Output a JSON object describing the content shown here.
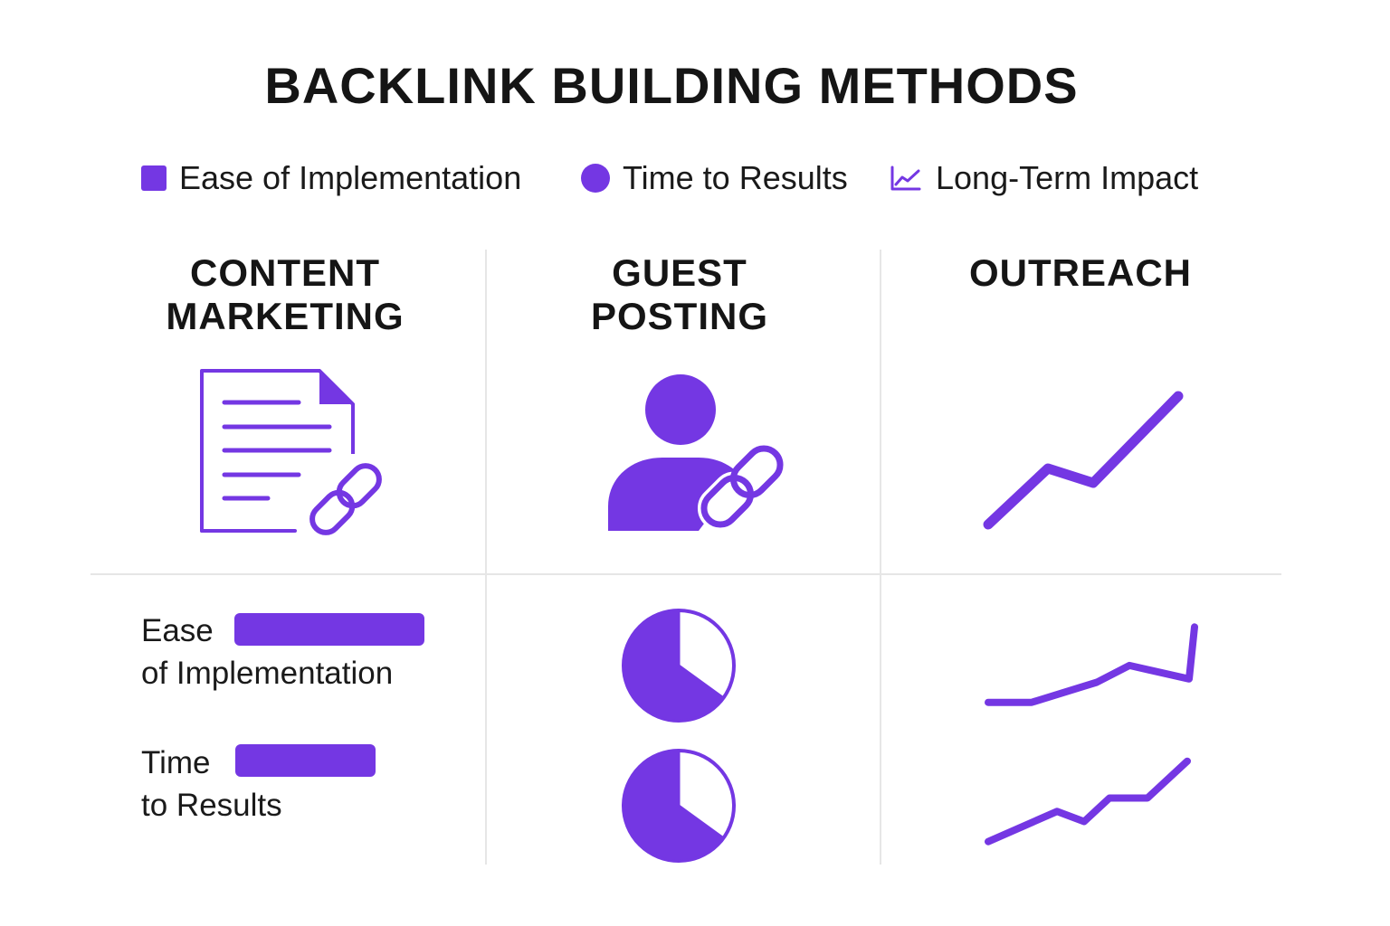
{
  "title": "BACKLINK BUILDING METHODS",
  "accent_color": "#7437e3",
  "legend": [
    {
      "shape": "square",
      "label": "Ease of Implementation"
    },
    {
      "shape": "circle",
      "label": "Time to Results"
    },
    {
      "shape": "line-chart-icon",
      "label": "Long-Term Impact"
    }
  ],
  "columns": [
    {
      "heading_line1": "CONTENT",
      "heading_line2": "MARKETING",
      "icon": "document-link-icon"
    },
    {
      "heading_line1": "GUEST",
      "heading_line2": "POSTING",
      "icon": "user-link-icon"
    },
    {
      "heading_line1": "OUTREACH",
      "heading_line2": "",
      "icon": "trend-up-icon"
    }
  ],
  "metrics": {
    "ease": {
      "line1": "Ease",
      "line2": "of Implementation",
      "bar_fraction": 0.92
    },
    "time": {
      "line1": "Time",
      "line2": "to Results",
      "bar_fraction": 0.68
    }
  },
  "guest_posting_pies": [
    {
      "name": "ease",
      "filled_fraction": 0.65
    },
    {
      "name": "time",
      "filled_fraction": 0.65
    }
  ],
  "outreach_trends": [
    {
      "name": "ease-trend",
      "values": [
        1,
        1,
        2.2,
        3.2,
        2.4,
        5.5
      ]
    },
    {
      "name": "time-trend",
      "values": [
        1,
        2.8,
        2.2,
        3.6,
        3.6,
        5.8
      ]
    }
  ]
}
